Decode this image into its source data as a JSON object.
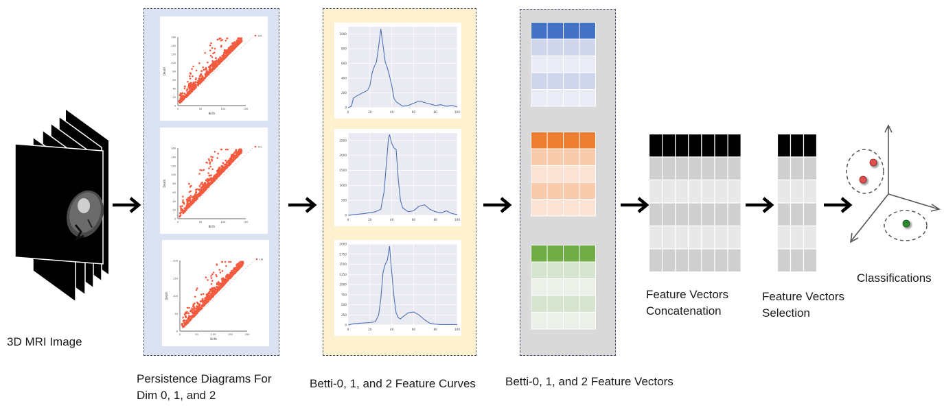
{
  "labels": {
    "mri": "3D MRI Image",
    "persistence": "Persistence Diagrams For Dim 0, 1, and 2",
    "curves": "Betti-0, 1, and 2 Feature Curves",
    "vectors": "Betti-0, 1, and 2 Feature Vectors",
    "concat": "Feature Vectors Concatenation",
    "selection": "Feature Vectors Selection",
    "classifications": "Classifications"
  },
  "persistence_diagrams": [
    {
      "legend": "H0",
      "xlabel": "Birth",
      "ylabel": "Death",
      "xticks": [
        "0",
        "50",
        "100",
        "150"
      ],
      "yticks": [
        "0",
        "20",
        "40",
        "60",
        "80",
        "100",
        "120",
        "140",
        "160"
      ]
    },
    {
      "legend": "H1",
      "xlabel": "Birth",
      "ylabel": "Death",
      "xticks": [
        "0",
        "50",
        "100",
        "150"
      ],
      "yticks": [
        "0",
        "20",
        "40",
        "60",
        "80",
        "100",
        "120",
        "140",
        "160"
      ]
    },
    {
      "legend": "H2",
      "xlabel": "Birth",
      "ylabel": "Death",
      "xticks": [
        "0",
        "50",
        "100",
        "150",
        "200"
      ],
      "yticks": [
        "0",
        "50",
        "100",
        "150",
        "200"
      ]
    }
  ],
  "chart_data": [
    {
      "type": "line",
      "xlim": [
        0,
        100
      ],
      "ylim": [
        0,
        1100
      ],
      "yticks": [
        0,
        200,
        400,
        600,
        800,
        1000
      ],
      "xticks": [
        0,
        20,
        40,
        60,
        80,
        100
      ],
      "x": [
        0,
        3,
        5,
        8,
        10,
        13,
        16,
        18,
        20,
        22,
        24,
        26,
        28,
        30,
        32,
        34,
        36,
        38,
        40,
        42,
        44,
        46,
        48,
        50,
        55,
        60,
        65,
        70,
        75,
        80,
        85,
        90,
        95,
        100
      ],
      "y": [
        0,
        20,
        130,
        160,
        175,
        200,
        220,
        240,
        300,
        470,
        560,
        620,
        830,
        1070,
        850,
        620,
        540,
        430,
        300,
        130,
        80,
        60,
        40,
        20,
        30,
        60,
        90,
        70,
        50,
        30,
        40,
        20,
        30,
        10
      ]
    },
    {
      "type": "line",
      "xlim": [
        0,
        100
      ],
      "ylim": [
        0,
        2750
      ],
      "yticks": [
        0,
        500,
        1000,
        1500,
        2000,
        2500
      ],
      "xticks": [
        0,
        20,
        40,
        60,
        80,
        100
      ],
      "x": [
        0,
        5,
        10,
        15,
        20,
        25,
        30,
        33,
        35,
        37,
        38,
        40,
        42,
        44,
        46,
        48,
        50,
        55,
        60,
        65,
        70,
        75,
        80,
        85,
        90,
        95,
        100
      ],
      "y": [
        0,
        20,
        40,
        60,
        90,
        120,
        200,
        800,
        1700,
        2550,
        2700,
        2400,
        2250,
        2200,
        1200,
        500,
        250,
        120,
        150,
        300,
        350,
        200,
        120,
        80,
        150,
        60,
        20
      ]
    },
    {
      "type": "line",
      "xlim": [
        0,
        100
      ],
      "ylim": [
        0,
        2000
      ],
      "yticks": [
        0,
        250,
        500,
        750,
        1000,
        1250,
        1500,
        1750,
        2000
      ],
      "xticks": [
        0,
        20,
        40,
        60,
        80,
        100
      ],
      "x": [
        0,
        5,
        10,
        15,
        20,
        25,
        28,
        30,
        32,
        34,
        36,
        38,
        40,
        42,
        44,
        46,
        48,
        50,
        55,
        60,
        65,
        70,
        75,
        80,
        85,
        90,
        95,
        100
      ],
      "y": [
        0,
        30,
        40,
        50,
        60,
        80,
        250,
        650,
        1300,
        1500,
        1600,
        1950,
        1300,
        700,
        300,
        180,
        150,
        200,
        300,
        320,
        250,
        130,
        40,
        20,
        10,
        10,
        10,
        10
      ]
    }
  ],
  "colors": {
    "panel_blue": "#dbe3f2",
    "panel_yellow": "#fdf1cf",
    "panel_gray": "#d9d9d9",
    "scatter": "#f25b3f",
    "curve": "#4c6fb1",
    "vec_blue": "#4472c4",
    "vec_orange": "#ed7d31",
    "vec_green": "#70ad47",
    "class_red": "#e05050",
    "class_green": "#2d8a2d"
  },
  "icons": [
    "arrow-right-icon",
    "mri-stack-icon",
    "3d-axes-icon"
  ]
}
